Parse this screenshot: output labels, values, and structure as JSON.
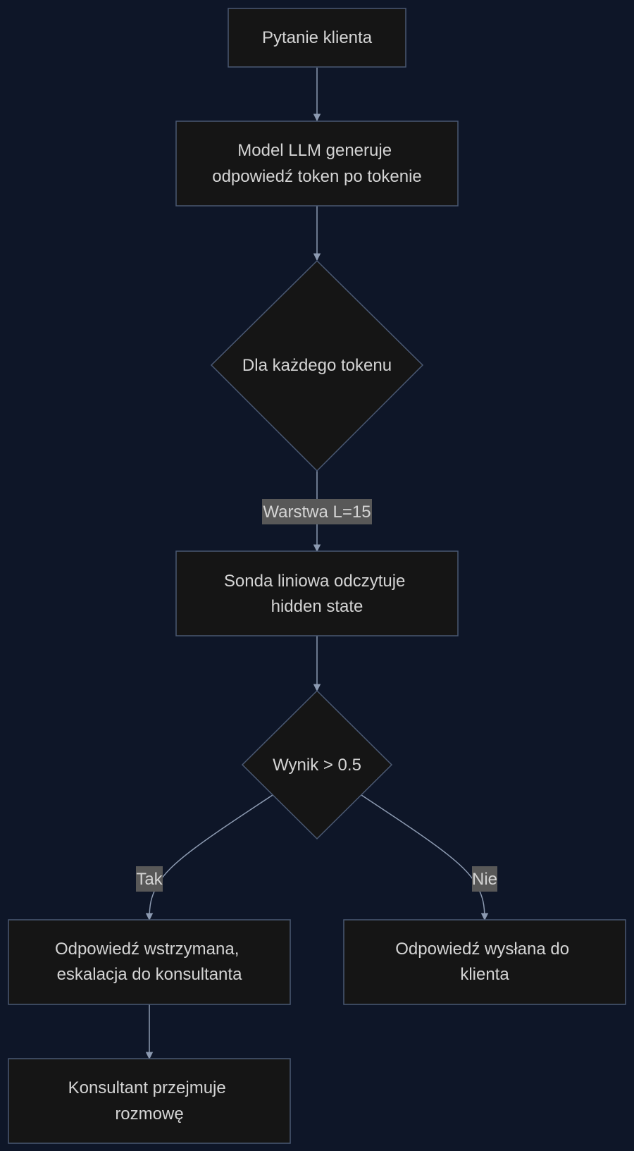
{
  "colors": {
    "background": "#0e1628",
    "node_fill": "#151515",
    "node_stroke": "#4a5872",
    "edge": "#8c9ab1",
    "label_bg": "#585858",
    "text": "#d4d4d4"
  },
  "nodes": {
    "question": {
      "lines": [
        "Pytanie klienta"
      ]
    },
    "generate": {
      "lines": [
        "Model LLM generuje",
        "odpowiedź token po tokenie"
      ]
    },
    "each_token": {
      "lines": [
        "Dla każdego tokenu"
      ]
    },
    "probe": {
      "lines": [
        "Sonda liniowa odczytuje",
        "hidden state"
      ]
    },
    "score": {
      "lines": [
        "Wynik > 0.5"
      ]
    },
    "blocked": {
      "lines": [
        "Odpowiedź wstrzymana,",
        "eskalacja do konsultanta"
      ]
    },
    "sent": {
      "lines": [
        "Odpowiedź wysłana do",
        "klienta"
      ]
    },
    "handover": {
      "lines": [
        "Konsultant przejmuje",
        "rozmowę"
      ]
    }
  },
  "edges": {
    "layer": {
      "label": "Warstwa L=15"
    },
    "yes": {
      "label": "Tak"
    },
    "no": {
      "label": "Nie"
    }
  }
}
